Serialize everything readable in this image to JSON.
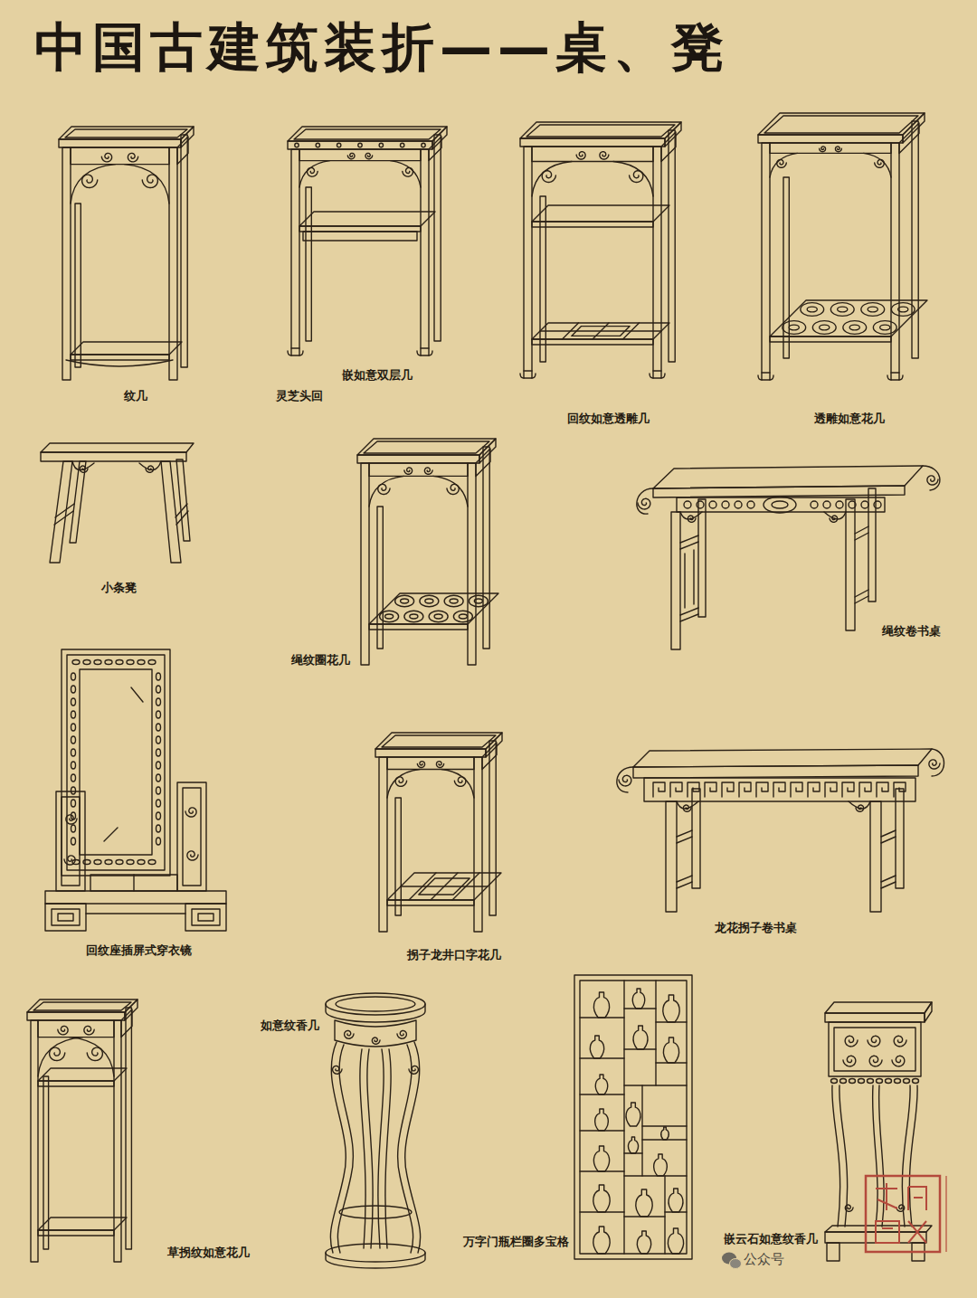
{
  "diagram": {
    "title": "中国古建筑装折——桌、凳",
    "labels": [
      "纹几",
      "灵芝头回",
      "嵌如意双层几",
      "回纹如意透雕几",
      "透雕如意花几",
      "小条凳",
      "绳纹圈花几",
      "绳纹卷书桌",
      "回纹座插屏式穿衣镜",
      "拐子龙井口字花几",
      "龙花拐子卷书桌",
      "如意纹香几",
      "草拐纹如意花几",
      "万字门瓶栏圈多宝格",
      "嵌云石如意纹香几",
      "公众号"
    ]
  }
}
